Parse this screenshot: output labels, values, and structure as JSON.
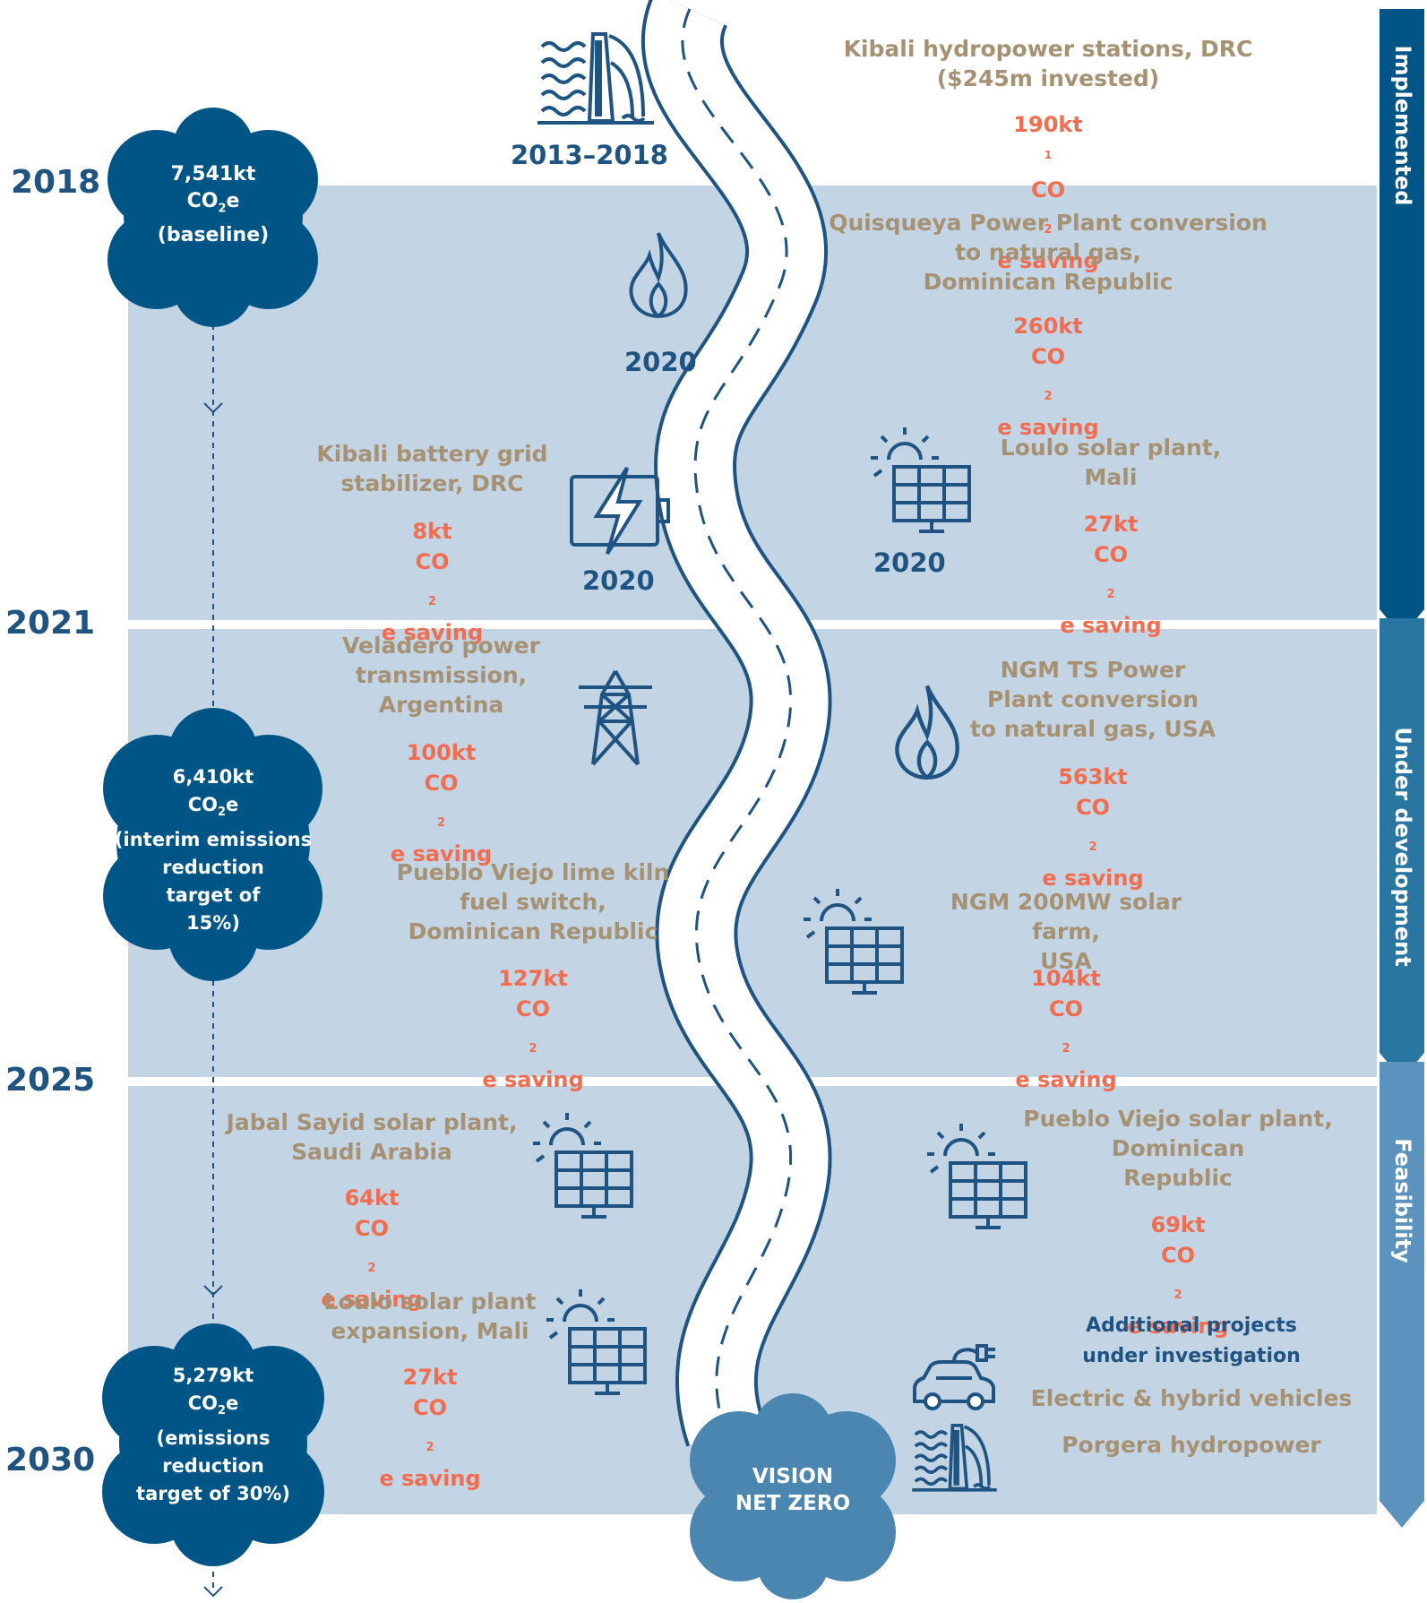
{
  "stages": [
    {
      "label": "Implemented",
      "color": "#005587"
    },
    {
      "label": "Under development",
      "color": "#2a76a3"
    },
    {
      "label": "Feasibility",
      "color": "#5b93be"
    }
  ],
  "years": [
    "2018",
    "2021",
    "2025",
    "2030"
  ],
  "milestones": [
    {
      "value": "7,541kt",
      "unit": "CO",
      "sub": "2",
      "unit_suffix": "e",
      "note": "(baseline)"
    },
    {
      "value": "6,410kt",
      "unit": "CO",
      "sub": "2",
      "unit_suffix": "e",
      "note_lines": [
        "(interim emissions",
        "reduction",
        "target of",
        "15%)"
      ]
    },
    {
      "value": "5,279kt",
      "unit": "CO",
      "sub": "2",
      "unit_suffix": "e",
      "note_lines": [
        "(emissions",
        "reduction",
        "target of 30%)"
      ]
    }
  ],
  "projects": [
    {
      "title_lines": [
        "Kibali hydropower stations, DRC",
        "($245m invested)"
      ],
      "saving": "190kt",
      "saving_sup": "1",
      "year": "2013–2018",
      "icon": "hydropower-dam-icon"
    },
    {
      "title_lines": [
        "Quisqueya Power Plant conversion",
        "to natural gas,",
        "Dominican Republic"
      ],
      "saving": "260kt",
      "year": "2020",
      "icon": "flame-icon"
    },
    {
      "title_lines": [
        "Kibali battery grid",
        "stabilizer, DRC"
      ],
      "saving": "8kt",
      "year": "2020",
      "icon": "battery-lightning-icon"
    },
    {
      "title_lines": [
        "Loulo solar plant,",
        "Mali"
      ],
      "saving": "27kt",
      "year": "2020",
      "icon": "solar-panel-icon"
    },
    {
      "title_lines": [
        "Veladero power",
        "transmission,",
        "Argentina"
      ],
      "saving": "100kt",
      "icon": "transmission-tower-icon"
    },
    {
      "title_lines": [
        "NGM TS Power",
        "Plant conversion",
        "to natural gas, USA"
      ],
      "saving": "563kt",
      "icon": "flame-icon"
    },
    {
      "title_lines": [
        "Pueblo Viejo lime kiln",
        "fuel switch,",
        "Dominican Republic"
      ],
      "saving": "127kt"
    },
    {
      "title_lines": [
        "NGM 200MW solar farm,",
        "USA"
      ],
      "saving": "104kt",
      "icon": "solar-panel-icon"
    },
    {
      "title_lines": [
        "Jabal Sayid solar plant,",
        "Saudi Arabia"
      ],
      "saving": "64kt",
      "icon": "solar-panel-icon"
    },
    {
      "title_lines": [
        "Pueblo Viejo solar plant,",
        "Dominican",
        "Republic"
      ],
      "saving": "69kt",
      "icon": "solar-panel-icon"
    },
    {
      "title_lines": [
        "Loulo solar plant",
        "expansion, Mali"
      ],
      "saving": "27kt",
      "icon": "solar-panel-icon"
    }
  ],
  "saving_label": {
    "prefix": "CO",
    "sub": "2",
    "suffix": "e saving"
  },
  "additional": {
    "heading_lines": [
      "Additional projects",
      "under investigation"
    ],
    "items": [
      {
        "label": "Electric & hybrid vehicles",
        "icon": "electric-car-icon"
      },
      {
        "label": "Porgera hydropower",
        "icon": "hydropower-dam-icon"
      }
    ]
  },
  "vision": {
    "lines": [
      "VISION",
      "NET ZERO"
    ]
  },
  "colors": {
    "band": "#c3d4e4",
    "navy": "#1f5482",
    "blob": "#005587",
    "vision_blob": "#4a86af",
    "title": "#a69273",
    "saving": "#f26c4f"
  }
}
